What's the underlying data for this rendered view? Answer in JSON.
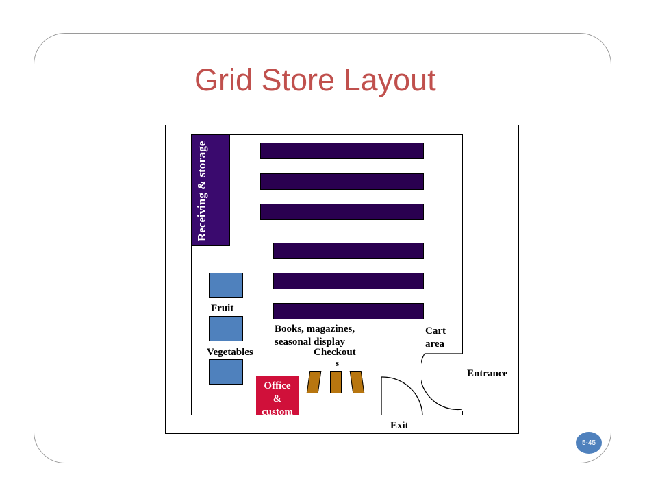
{
  "slide": {
    "title": "Grid Store Layout",
    "page_number": "5-45"
  },
  "diagram": {
    "receiving_label": "Receiving & storage",
    "fruit_label": "Fruit",
    "vegetables_label": "Vegetables",
    "books_label_line1": "Books, magazines,",
    "books_label_line2": "seasonal display",
    "checkouts_label_line1": "Checkout",
    "checkouts_label_line2": "s",
    "office_label_line1": "Office",
    "office_label_line2": "&",
    "office_label_line3": "custom",
    "cart_label_line1": "Cart",
    "cart_label_line2": "area",
    "entrance_label": "Entrance",
    "exit_label": "Exit"
  },
  "colors": {
    "title": "#c0504d",
    "shelf": "#2a0050",
    "receiving": "#3a0a6e",
    "produce": "#4f81bd",
    "checkout": "#b8760f",
    "office": "#d0103a",
    "badge": "#4f81bd"
  }
}
